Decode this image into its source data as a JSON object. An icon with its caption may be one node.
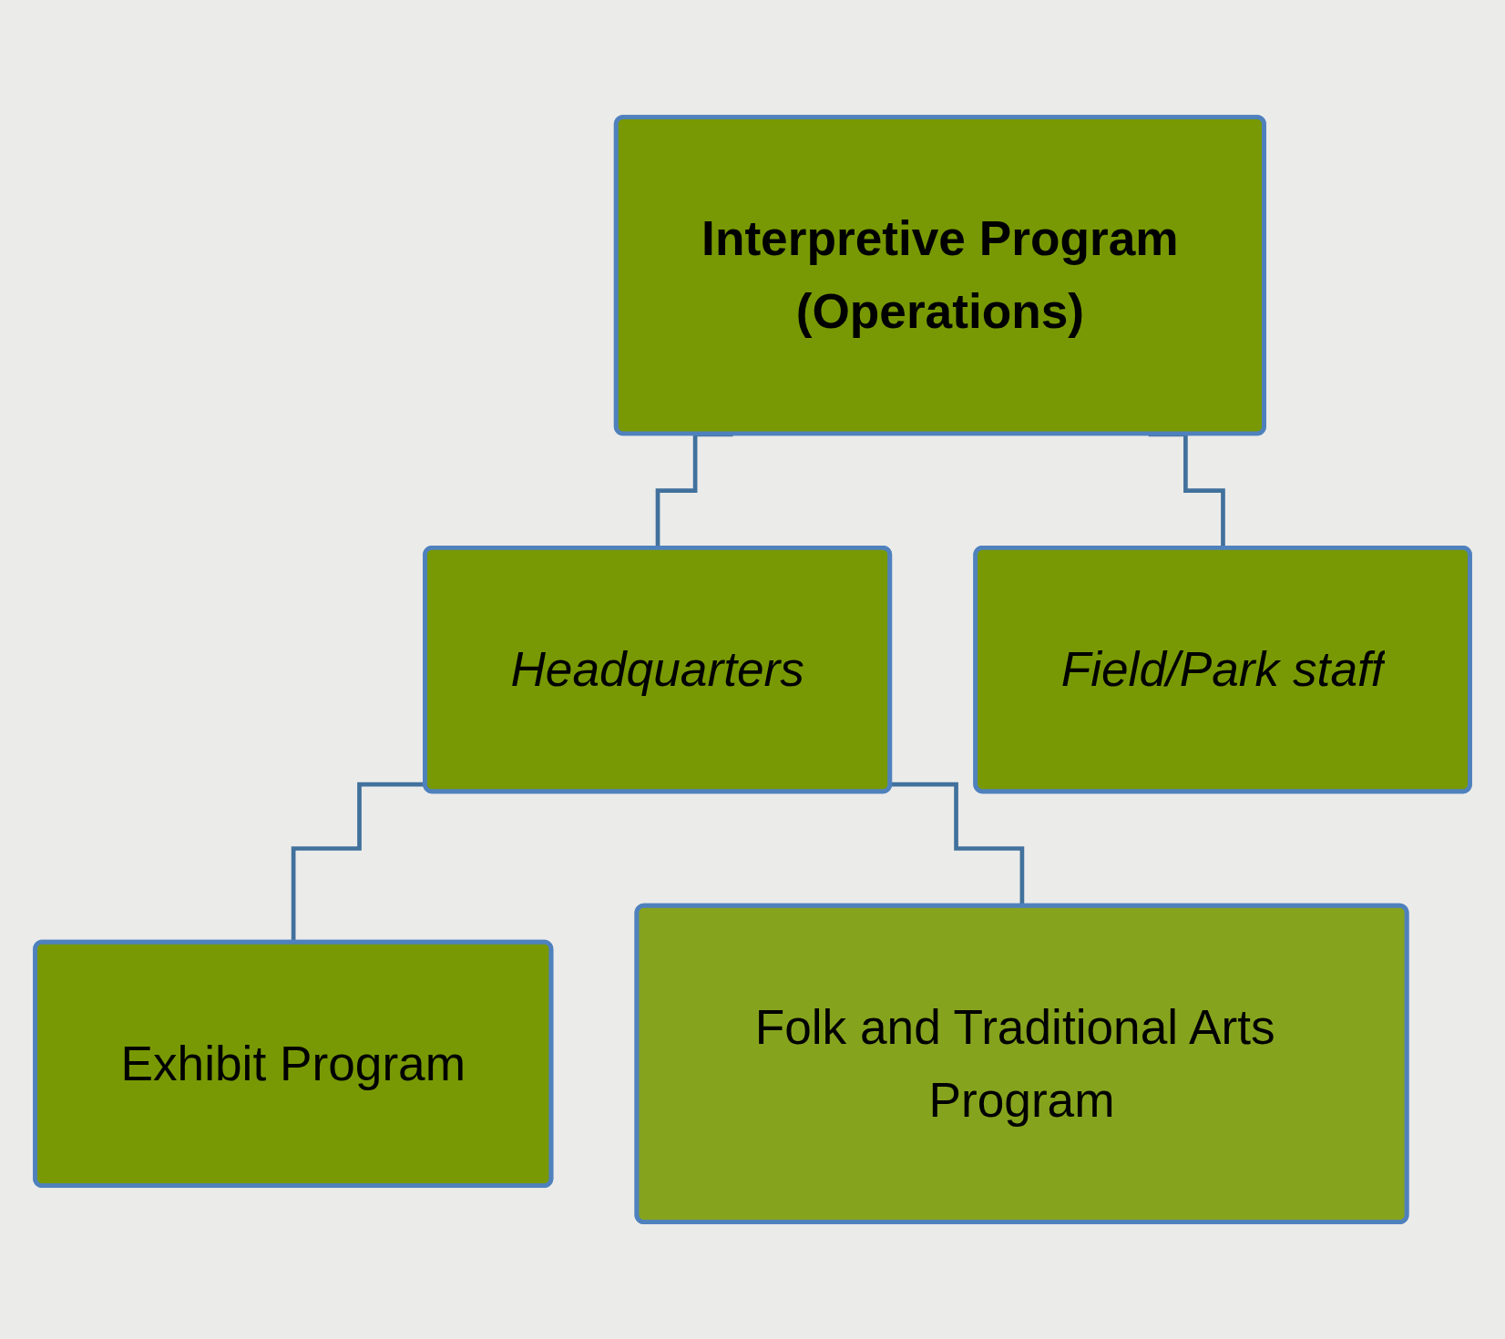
{
  "diagram": {
    "nodes": [
      {
        "text": [
          "Interpretive Program",
          "(Operations)"
        ]
      },
      {
        "text": [
          "Headquarters"
        ]
      },
      {
        "text": [
          "Field/Park staff"
        ]
      },
      {
        "text": [
          "Exhibit Program"
        ]
      },
      {
        "text": [
          "Folk and Traditional Arts Program"
        ]
      }
    ],
    "edges": [
      {
        "from": 0,
        "to": 1,
        "arrow": "none"
      },
      {
        "from": 0,
        "to": 2,
        "arrow": "none"
      },
      {
        "from": 1,
        "to": 3,
        "arrow": "none"
      },
      {
        "from": 1,
        "to": 4,
        "arrow": "none"
      }
    ]
  }
}
